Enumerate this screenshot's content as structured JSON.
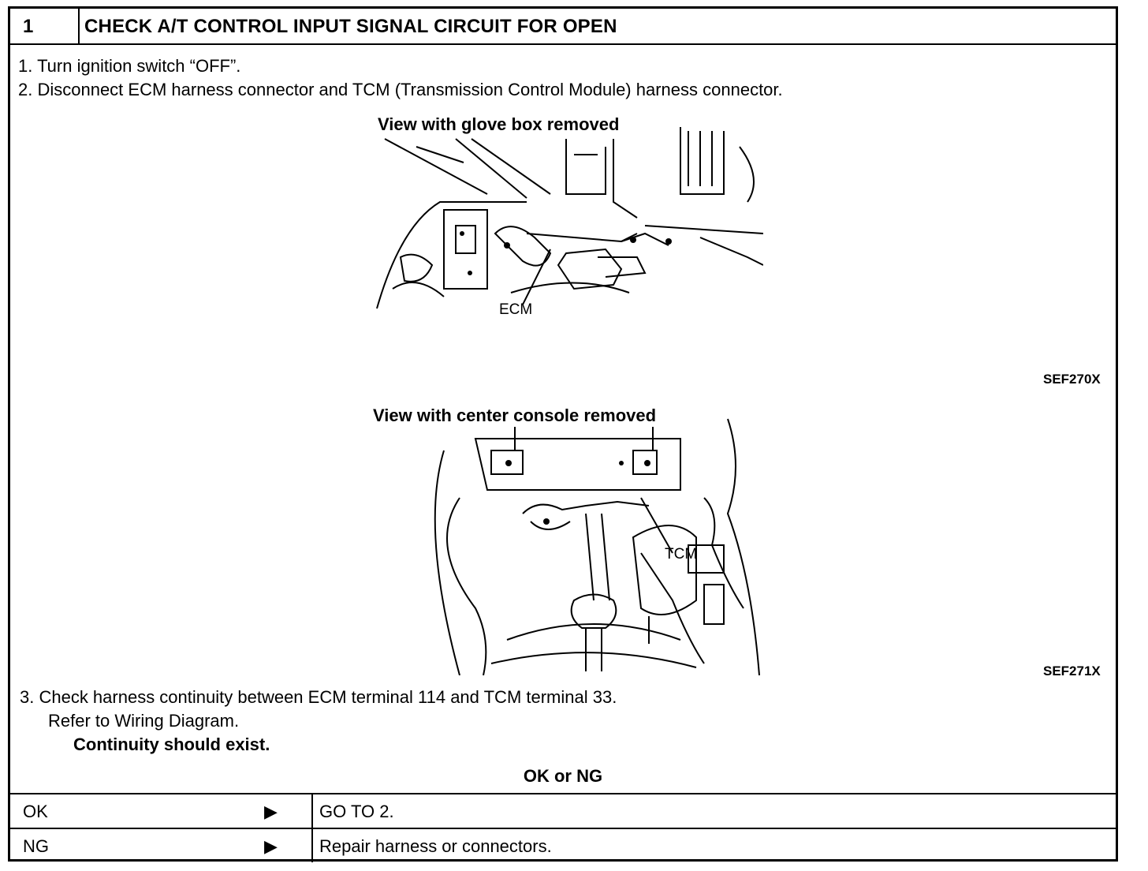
{
  "header": {
    "step_number": "1",
    "title": "CHECK A/T CONTROL INPUT SIGNAL CIRCUIT FOR OPEN"
  },
  "steps": [
    "1.  Turn ignition switch “OFF”.",
    "2.  Disconnect ECM harness connector and TCM (Transmission Control Module) harness connector.",
    "3.  Check harness continuity between ECM terminal 114 and TCM terminal 33."
  ],
  "step3_note": "Refer to Wiring Diagram.",
  "step3_spec": "Continuity should exist.",
  "figure1": {
    "title": "View with glove box removed",
    "label": "ECM",
    "code": "SEF270X"
  },
  "figure2": {
    "title": "View with center console removed",
    "label": "TCM",
    "code": "SEF271X"
  },
  "result_heading": "OK or NG",
  "results": [
    {
      "label": "OK",
      "arrow": "▶",
      "action": "GO TO 2."
    },
    {
      "label": "NG",
      "arrow": "▶",
      "action": "Repair harness or connectors."
    }
  ]
}
